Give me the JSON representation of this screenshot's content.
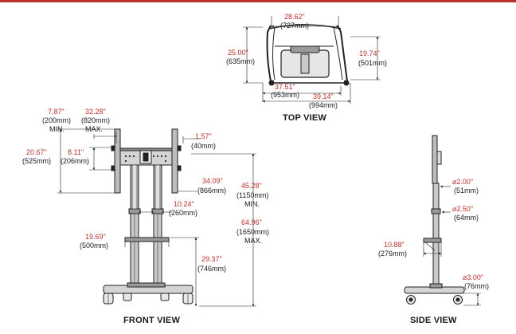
{
  "views": {
    "top": "TOP VIEW",
    "front": "FRONT VIEW",
    "side": "SIDE VIEW"
  },
  "top_view": {
    "width_inner": {
      "in": "28.62\"",
      "mm": "(727mm)"
    },
    "depth_left": {
      "in": "25.00\"",
      "mm": "(635mm)"
    },
    "depth_right": {
      "in": "19.74\"",
      "mm": "(501mm)"
    },
    "width_mid": {
      "in": "37.51\"",
      "mm": "(953mm)"
    },
    "width_outer": {
      "in": "39.14\"",
      "mm": "(994mm)"
    }
  },
  "front_view": {
    "offset_min": {
      "in": "7.87\"",
      "mm": "(200mm)",
      "note": "MIN."
    },
    "offset_max": {
      "in": "32.28\"",
      "mm": "(820mm)",
      "note": "MAX."
    },
    "height_outer": {
      "in": "20.67\"",
      "mm": "(525mm)"
    },
    "height_inner": {
      "in": "8.11\"",
      "mm": "(206mm)"
    },
    "bracket_depth": {
      "in": "1.57\"",
      "mm": "(40mm)"
    },
    "bracket_width": {
      "in": "34.09\"",
      "mm": "(866mm)"
    },
    "column_gap": {
      "in": "10.24\"",
      "mm": "(260mm)"
    },
    "height_min": {
      "in": "45.28\"",
      "mm": "(1150mm)",
      "note": "MIN."
    },
    "height_max": {
      "in": "64.96\"",
      "mm": "(1650mm)",
      "note": "MAX."
    },
    "shelf_width": {
      "in": "19.69\"",
      "mm": "(500mm)"
    },
    "shelf_height": {
      "in": "29.37\"",
      "mm": "(746mm)"
    }
  },
  "side_view": {
    "upper_diameter": {
      "in": "⌀2.00\"",
      "mm": "(51mm)"
    },
    "mid_diameter": {
      "in": "⌀2.50\"",
      "mm": "(64mm)"
    },
    "shelf_depth": {
      "in": "10.88\"",
      "mm": "(276mm)"
    },
    "caster_diameter": {
      "in": "⌀3.00\"",
      "mm": "(76mm)"
    }
  },
  "colors": {
    "accent": "#b8322c",
    "line": "#222222",
    "fill": "#bdbdbd"
  }
}
